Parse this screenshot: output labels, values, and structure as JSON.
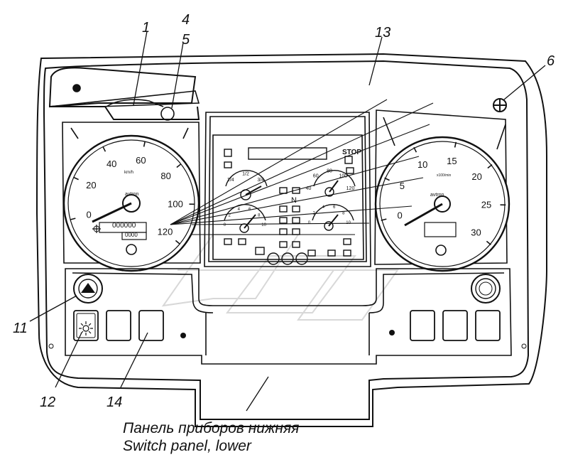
{
  "callouts": [
    {
      "id": "1",
      "label": "1"
    },
    {
      "id": "4",
      "label": "4"
    },
    {
      "id": "5",
      "label": "5"
    },
    {
      "id": "13",
      "label": "13"
    },
    {
      "id": "6",
      "label": "6"
    },
    {
      "id": "11",
      "label": "11"
    },
    {
      "id": "12",
      "label": "12"
    },
    {
      "id": "14",
      "label": "14"
    }
  ],
  "caption": {
    "line_ru": "Панель приборов нижняя",
    "line_en": "Switch panel, lower"
  },
  "speedometer": {
    "ticks": [
      "0",
      "20",
      "40",
      "60",
      "80",
      "100",
      "120"
    ],
    "unit": "km/h",
    "brand": "avtron"
  },
  "tachometer": {
    "ticks": [
      "0",
      "5",
      "10",
      "15",
      "20",
      "25",
      "30"
    ],
    "unit": "x100/min",
    "brand": "avtron"
  },
  "center_cluster": {
    "stop_label": "STOP",
    "fuel_ticks": [
      "1/4",
      "1/2",
      "3/4"
    ],
    "neutral_label": "N",
    "temp_ticks": [
      "40",
      "60",
      "80",
      "100",
      "120"
    ],
    "pressure_ticks": [
      "0",
      "2",
      "4",
      "6",
      "8",
      "10"
    ]
  },
  "odometer": {
    "total": "000000",
    "trip": "0000"
  }
}
